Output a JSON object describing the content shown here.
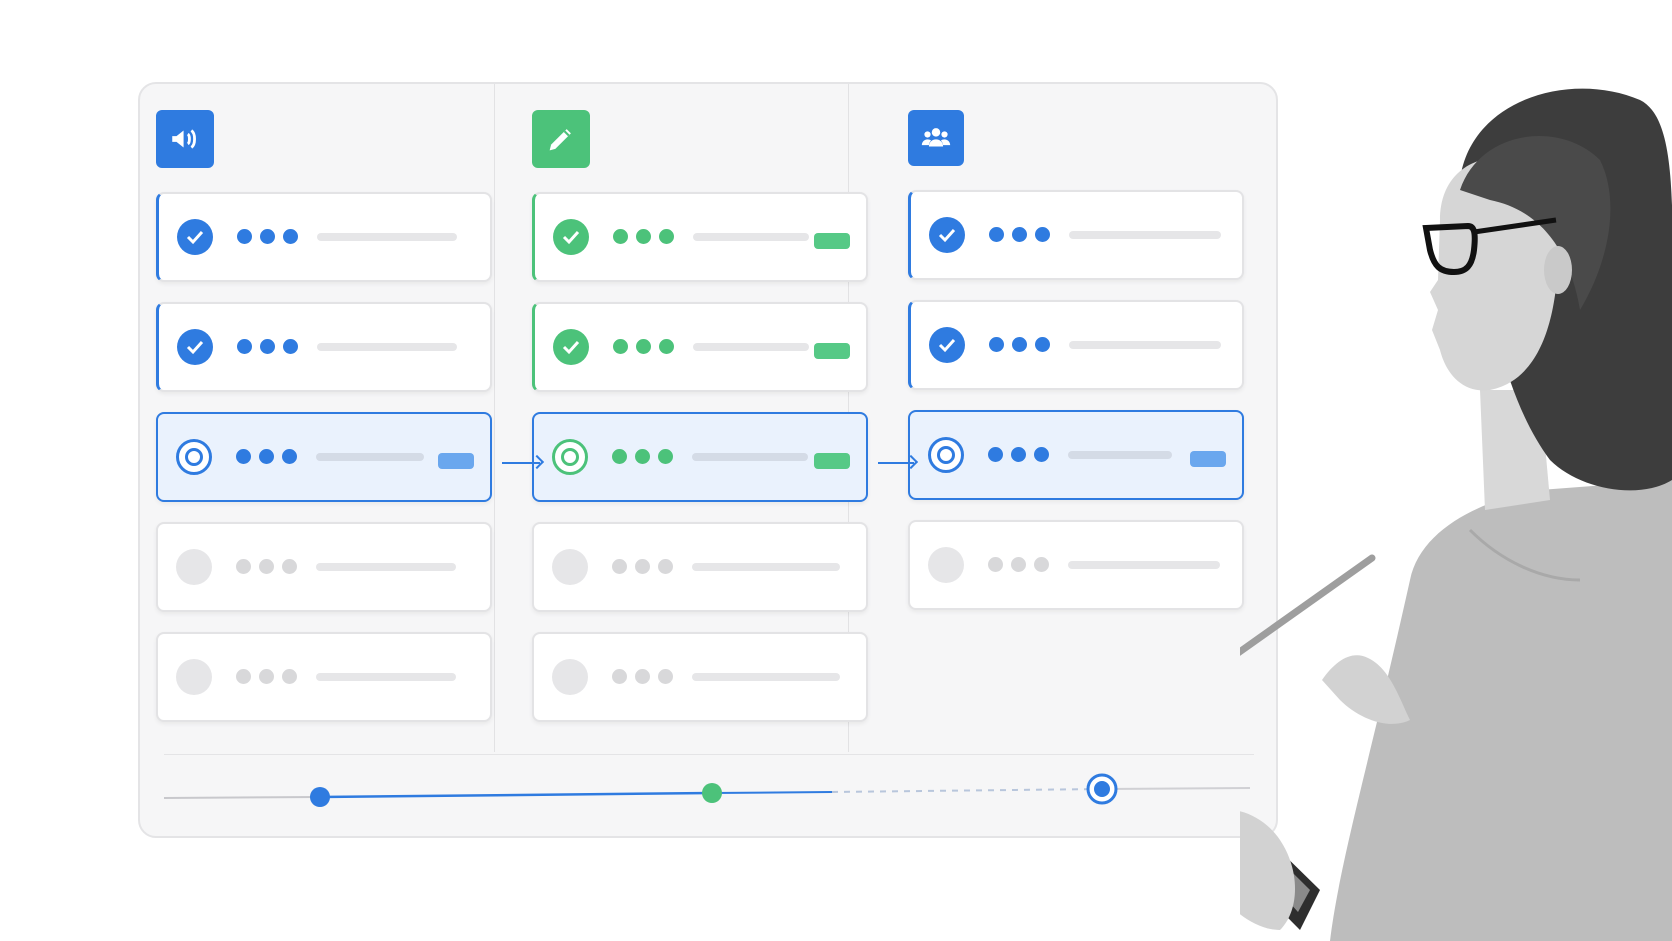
{
  "columns": [
    {
      "icon": "megaphone-icon",
      "color": "#2f7be0",
      "cards": [
        "done",
        "done",
        "active",
        "pending",
        "pending"
      ]
    },
    {
      "icon": "pencil-icon",
      "color": "#4cc27a",
      "cards": [
        "done",
        "done",
        "active",
        "pending",
        "pending"
      ]
    },
    {
      "icon": "team-icon",
      "color": "#2f7be0",
      "cards": [
        "done",
        "done",
        "active",
        "pending"
      ]
    }
  ],
  "colors": {
    "blue": "#2f7be0",
    "green": "#4cc27a",
    "gray": "#d8d8da"
  },
  "timeline": {
    "milestones": [
      "blue",
      "green",
      "blue-ring"
    ]
  }
}
